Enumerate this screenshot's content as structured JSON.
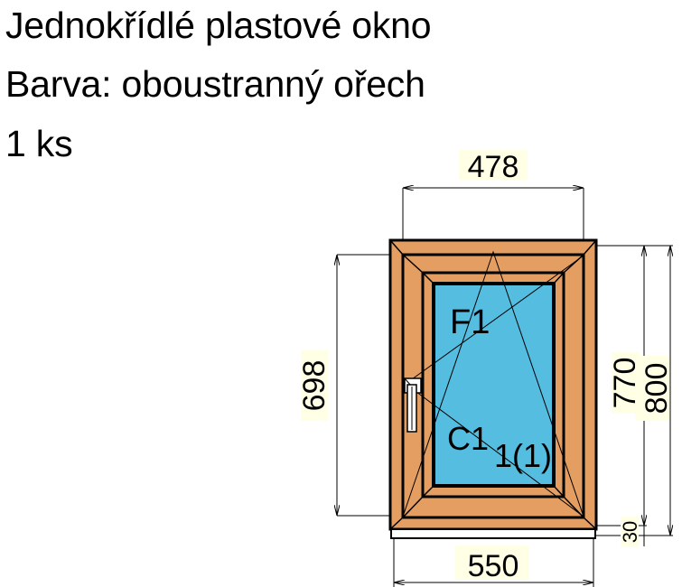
{
  "header": {
    "title": "Jednokřídlé plastové okno",
    "color_line": "Barva: oboustranný ořech",
    "quantity": "1 ks"
  },
  "window": {
    "field_label": "F1",
    "sash_label_main": "C1",
    "sash_label_sub": "1(1)",
    "frame_color": "#E59E62",
    "glass_color": "#54BDE0",
    "label_bg_color": "#FFFFE6"
  },
  "dimensions": {
    "top_width": "478",
    "bottom_width": "550",
    "left_height": "698",
    "right_inner_height": "770",
    "right_total_height": "800",
    "sill_height": "30"
  }
}
